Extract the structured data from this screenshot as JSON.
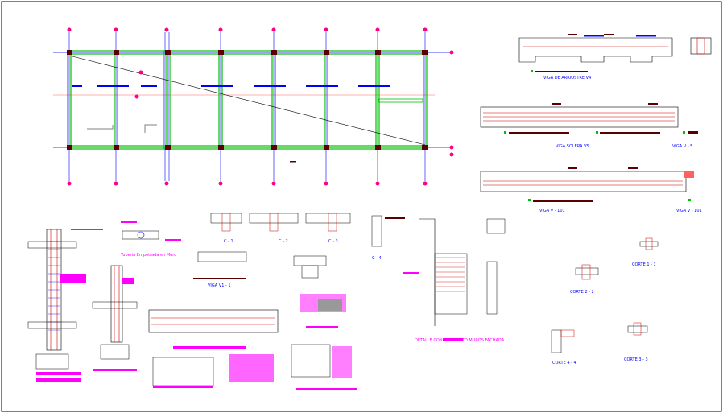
{
  "colors": {
    "background": "#ffffff",
    "grid_axis": "#0000ff",
    "grid_node": "#ff0080",
    "beam_green": "#00c000",
    "rebar_red": "#cc0000",
    "annotation_magenta": "#ff00ff",
    "dark_label": "#5a0000",
    "dimension_blue": "#0000ff",
    "concrete": "#808080"
  },
  "labels": {
    "viga_de_arriostre": "VIGA DE ARRIOSTRE   V4",
    "viga_solera": "VIGA SOLERA   VS",
    "viga_v5": "VIGA   V - 5",
    "viga_v101": "VIGA   V - 101",
    "viga_v101b": "VIGA   V - 101",
    "tuberia": "Tuberia Empotrada en Muro",
    "detalle": "DETALLE CONFINAMIENTO MUROS FACHADA",
    "corte_11": "CORTE 1 - 1",
    "corte_22": "CORTE 2 - 2",
    "corte_44": "CORTE 4 - 4",
    "corte_33": "CORTE 3 - 3",
    "sec_c1": "C - 1",
    "sec_c2": "C - 2",
    "sec_c3": "C - 3",
    "sec_c4": "C - 4",
    "viga_v1": "VIGA   V1 - 1"
  }
}
